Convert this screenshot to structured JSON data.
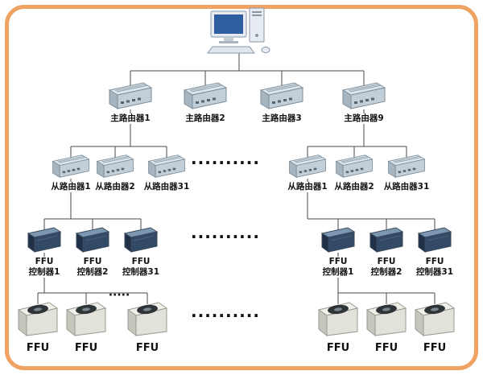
{
  "main_routers": [
    {
      "label": "主路由器1"
    },
    {
      "label": "主路由器2"
    },
    {
      "label": "主路由器3"
    },
    {
      "label": "主路由器9"
    }
  ],
  "slave_routers_left": [
    {
      "label": "从路由器1"
    },
    {
      "label": "从路由器2"
    },
    {
      "label": "从路由器31"
    }
  ],
  "slave_routers_right": [
    {
      "label": "从路由器1"
    },
    {
      "label": "从路由器2"
    },
    {
      "label": "从路由器31"
    }
  ],
  "controllers_left": [
    {
      "line1": "FFU",
      "line2": "控制器1"
    },
    {
      "line1": "FFU",
      "line2": "控制器2"
    },
    {
      "line1": "FFU",
      "line2": "控制器31"
    }
  ],
  "controllers_right": [
    {
      "line1": "FFU",
      "line2": "控制器1"
    },
    {
      "line1": "FFU",
      "line2": "控制器2"
    },
    {
      "line1": "FFU",
      "line2": "控制器31"
    }
  ],
  "ffus_left": [
    {
      "label": "FFU"
    },
    {
      "label": "FFU"
    },
    {
      "label": "FFU"
    }
  ],
  "ffus_right": [
    {
      "label": "FFU"
    },
    {
      "label": "FFU"
    },
    {
      "label": "FFU"
    }
  ],
  "ellipsis": {
    "long": "··········",
    "short": "·····"
  },
  "colors": {
    "border": "#f0a263",
    "line": "#4a4a4a",
    "screen": "#2f5f9e",
    "controller": "#324a66"
  }
}
